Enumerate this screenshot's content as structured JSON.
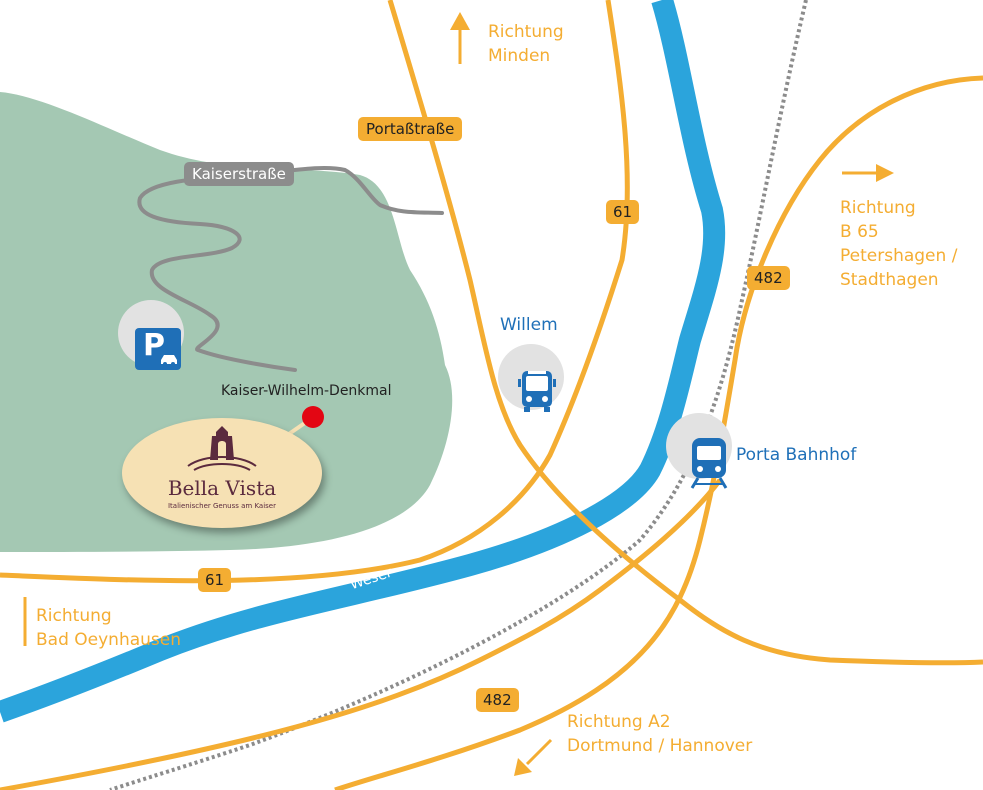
{
  "roads": {
    "portastrasse": "Portaßtraße",
    "kaiserstrasse": "Kaiserstraße",
    "b61_north": "61",
    "b61_south": "61",
    "b482_north": "482",
    "b482_south": "482"
  },
  "river": "Weser",
  "directions": {
    "minden": [
      "Richtung",
      "Minden"
    ],
    "b65": [
      "Richtung",
      "B 65",
      "Petershagen /",
      "Stadthagen"
    ],
    "bad_oeynhausen": [
      "Richtung",
      "Bad Oeynhausen"
    ],
    "a2": [
      "Richtung A2",
      "Dortmund / Hannover"
    ]
  },
  "places": {
    "denkmal": "Kaiser-Wilhelm-Denkmal",
    "bus_stop": "Willem",
    "station": "Porta Bahnhof"
  },
  "logo": {
    "title": "Bella Vista",
    "subtitle": "Italienischer Genuss am Kaiser"
  },
  "icons": {
    "parking": "parking-icon",
    "bus": "bus-icon",
    "train": "train-icon",
    "marker": "location-marker-icon"
  },
  "colors": {
    "road": "#f4ad32",
    "river": "#2ba4dc",
    "forest": "#a4c8b3",
    "rail": "#8c8c8c",
    "accent_blue": "#1f70b8",
    "marker": "#e30613",
    "logo_bg": "#f6e1b4",
    "logo_text": "#5b2a3e"
  }
}
